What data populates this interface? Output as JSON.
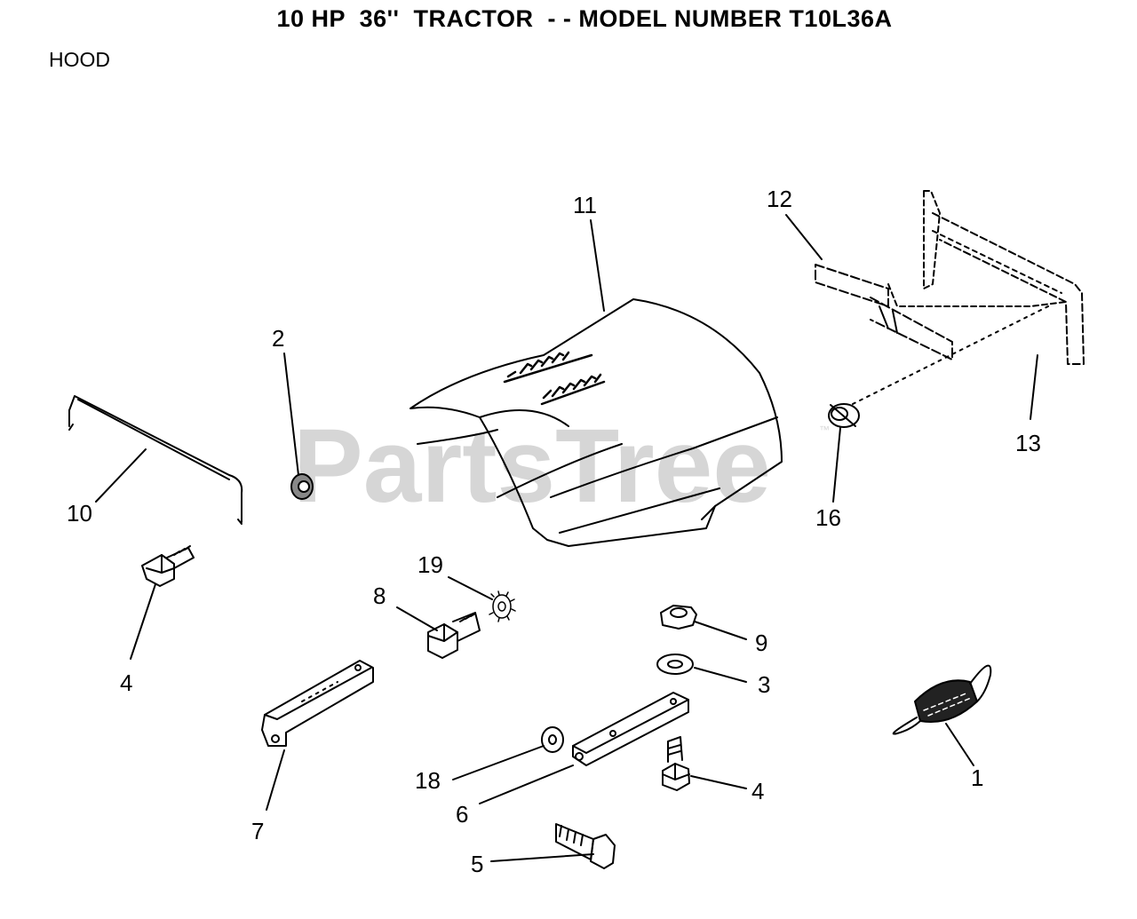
{
  "title": "10 HP  36''  TRACTOR  - - MODEL NUMBER T10L36A",
  "section": "HOOD",
  "watermark": "PartsTree",
  "watermark_mark": "™",
  "callouts": {
    "p1": "1",
    "p2": "2",
    "p3": "3",
    "p4a": "4",
    "p4b": "4",
    "p5": "5",
    "p6": "6",
    "p7": "7",
    "p8": "8",
    "p9": "9",
    "p10": "10",
    "p11": "11",
    "p12": "12",
    "p13": "13",
    "p16": "16",
    "p18": "18",
    "p19": "19"
  }
}
